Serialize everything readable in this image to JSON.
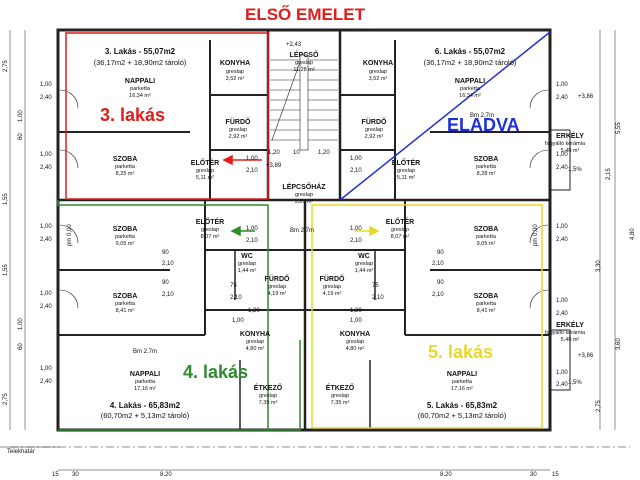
{
  "title": "ELSŐ EMELET",
  "overlays": {
    "apt3": "3. lakás",
    "apt4": "4. lakás",
    "apt5": "5. lakás",
    "sold": "ELADVA"
  },
  "colors": {
    "title": "#e31b1b",
    "apt3": "#e31b1b",
    "apt4": "#2e8b2e",
    "apt5": "#e8d82a",
    "sold": "#1f2fd6"
  },
  "apt3": {
    "heading": "3. Lakás - 55,07m2",
    "sub": "(36,17m2 + 18,90m2 tároló)",
    "nappali": {
      "name": "NAPPALI",
      "floor": "parketta",
      "area": "16,34 m²"
    },
    "konyha": {
      "name": "KONYHA",
      "floor": "greslap",
      "area": "3,52 m²"
    },
    "furdo": {
      "name": "FÜRDŐ",
      "floor": "greslap",
      "area": "2,92 m²"
    },
    "eloter": {
      "name": "ELŐTÉR",
      "floor": "greslap",
      "area": "5,11 m²"
    },
    "szoba": {
      "name": "SZOBA",
      "floor": "parketta",
      "area": "8,25 m²"
    }
  },
  "apt6": {
    "heading": "6. Lakás - 55,07m2",
    "sub": "(36,17m2 + 18,90m2 tároló)",
    "nappali": {
      "name": "NAPPALI",
      "floor": "parketta",
      "area": "16,34 m²"
    },
    "konyha": {
      "name": "KONYHA",
      "floor": "greslap",
      "area": "3,52 m²"
    },
    "furdo": {
      "name": "FÜRDŐ",
      "floor": "greslap",
      "area": "2,92 m²"
    },
    "eloter": {
      "name": "ELŐTÉR",
      "floor": "greslap",
      "area": "5,11 m²"
    },
    "szoba": {
      "name": "SZOBA",
      "floor": "parketta",
      "area": "8,28 m²"
    },
    "erkely": {
      "name": "ERKÉLY",
      "floor": "fagyálló kerámia",
      "area": "5,40 m²"
    },
    "bm": "Bm 2,7m"
  },
  "apt4": {
    "heading": "4. Lakás - 65,83m2",
    "sub": "(60,70m2 + 5,13m2 tároló)",
    "szoba1": {
      "name": "SZOBA",
      "floor": "parketta",
      "area": "9,05 m²"
    },
    "szoba2": {
      "name": "SZOBA",
      "floor": "parketta",
      "area": "8,41 m²"
    },
    "eloter": {
      "name": "ELŐTÉR",
      "floor": "greslap",
      "area": "8,07 m²"
    },
    "wc": {
      "name": "WC",
      "floor": "greslap",
      "area": "1,44 m²"
    },
    "furdo": {
      "name": "FÜRDŐ",
      "floor": "greslap",
      "area": "4,19 m²"
    },
    "konyha": {
      "name": "KONYHA",
      "floor": "greslap",
      "area": "4,80 m²"
    },
    "nappali": {
      "name": "NAPPALI",
      "floor": "parketta",
      "area": "17,16 m²"
    },
    "etkezo": {
      "name": "ÉTKEZŐ",
      "floor": "greslap",
      "area": "7,35 m²"
    },
    "bm": "Bm 2,7m"
  },
  "apt5": {
    "heading": "5. Lakás - 65,83m2",
    "sub": "(60,70m2 + 5,13m2 tároló)",
    "szoba1": {
      "name": "SZOBA",
      "floor": "parketta",
      "area": "9,05 m²"
    },
    "szoba2": {
      "name": "SZOBA",
      "floor": "parketta",
      "area": "8,41 m²"
    },
    "eloter": {
      "name": "ELŐTÉR",
      "floor": "greslap",
      "area": "8,07 m²"
    },
    "wc": {
      "name": "WC",
      "floor": "greslap",
      "area": "1,44 m²"
    },
    "furdo": {
      "name": "FÜRDŐ",
      "floor": "greslap",
      "area": "4,19 m²"
    },
    "konyha": {
      "name": "KONYHA",
      "floor": "greslap",
      "area": "4,80 m²"
    },
    "nappali": {
      "name": "NAPPALI",
      "floor": "parketta",
      "area": "17,16 m²"
    },
    "etkezo": {
      "name": "ÉTKEZŐ",
      "floor": "greslap",
      "area": "7,35 m²"
    },
    "erkely": {
      "name": "ERKÉLY",
      "floor": "fagyálló kerámia",
      "area": "5,40 m²"
    }
  },
  "common": {
    "lepcso": {
      "name": "LÉPCSŐ",
      "floor": "greslap",
      "area": "11,28 m²"
    },
    "lepcsohaz": {
      "name": "LÉPCSŐHÁZ",
      "floor": "greslap",
      "area": "9,87 m²"
    },
    "level_top": "+2,43",
    "level_mid": "+3,89",
    "level_right1": "+3,86",
    "level_right2": "+3,86",
    "bm_center": "Bm 2,7m",
    "telekhatar": "Telekhatár",
    "slope": "1,5%"
  },
  "dims": {
    "d100": "1,00",
    "d240": "2,40",
    "d210": "2,10",
    "d120": "1,20",
    "d10": "10",
    "d90": "90",
    "d75": "75",
    "d60": "60",
    "d155": "1,55",
    "d275": "2,75",
    "d15": "15",
    "d30": "30",
    "d820": "8,20",
    "d555": "5,55",
    "d215": "2,15",
    "d330": "3,30",
    "d360": "3,60",
    "d480": "4,80",
    "pm": "pm 0,00"
  }
}
